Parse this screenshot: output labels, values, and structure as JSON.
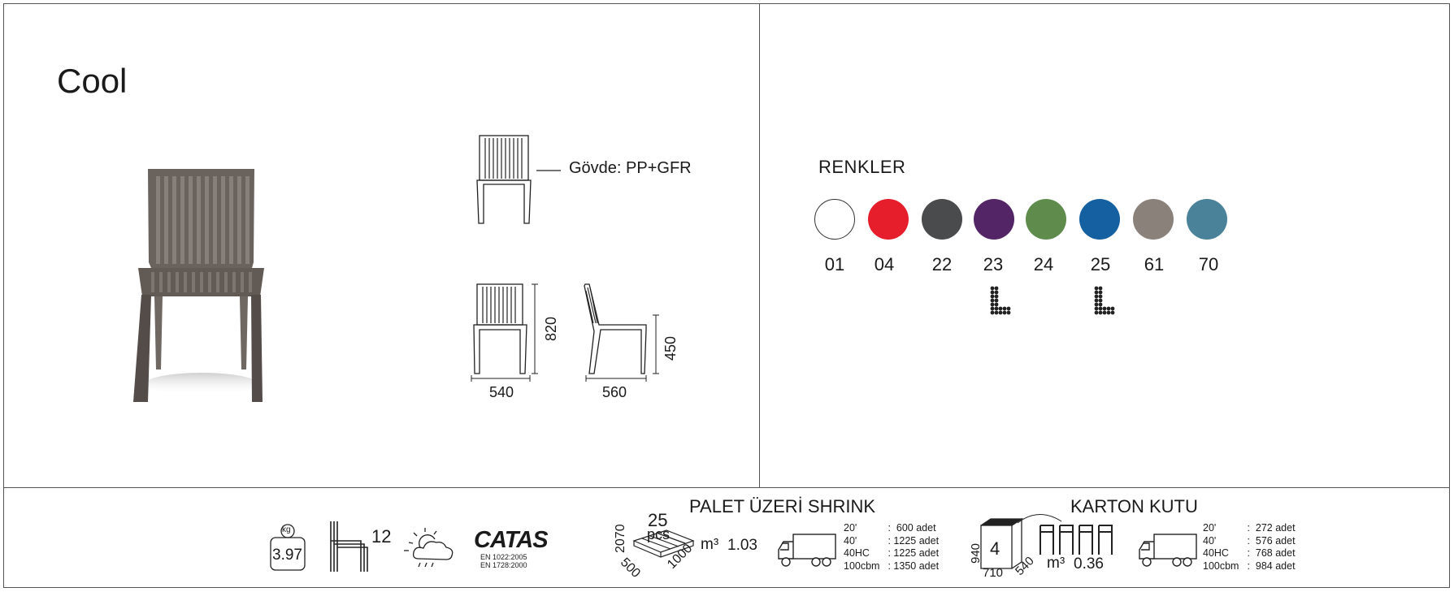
{
  "product": {
    "name": "Cool",
    "material": "Gövde: PP+GFR"
  },
  "dimensions": {
    "height": "820",
    "seat_height": "450",
    "width": "540",
    "depth": "560"
  },
  "colors": {
    "title": "RENKLER",
    "swatches": [
      {
        "code": "01",
        "hex": "#ffffff"
      },
      {
        "code": "04",
        "hex": "#e61d2b"
      },
      {
        "code": "22",
        "hex": "#4a4b4d"
      },
      {
        "code": "23",
        "hex": "#532567"
      },
      {
        "code": "24",
        "hex": "#5f8b4d"
      },
      {
        "code": "25",
        "hex": "#1460a0"
      },
      {
        "code": "61",
        "hex": "#8a817b"
      },
      {
        "code": "70",
        "hex": "#4a8399"
      }
    ]
  },
  "specs": {
    "weight": "3.97",
    "weight_unit": "kg",
    "stack": "12",
    "certification": "CATAS",
    "standard_1": "EN 1022:2005",
    "standard_2": "EN 1728:2000"
  },
  "pallet": {
    "title": "PALET ÜZERİ SHRINK",
    "pcs_count": "25",
    "pcs_label": "pcs",
    "dim_h": "2070",
    "dim_w": "500",
    "dim_d": "1000",
    "m3_label": "m³",
    "m3": "1.03",
    "shipping": [
      {
        "type": "20'",
        "qty": ":  600 adet"
      },
      {
        "type": "40'",
        "qty": ": 1225 adet"
      },
      {
        "type": "40HC",
        "qty": ": 1225 adet"
      },
      {
        "type": "100cbm",
        "qty": ": 1350 adet"
      }
    ]
  },
  "carton": {
    "title": "KARTON KUTU",
    "count": "4",
    "dim_h": "940",
    "dim_w": "710",
    "dim_d": "540",
    "m3_label": "m³",
    "m3": "0.36",
    "shipping": [
      {
        "type": "20'",
        "qty": ":  272 adet"
      },
      {
        "type": "40'",
        "qty": ":  576 adet"
      },
      {
        "type": "40HC",
        "qty": ":  768 adet"
      },
      {
        "type": "100cbm",
        "qty": ":  984 adet"
      }
    ]
  }
}
